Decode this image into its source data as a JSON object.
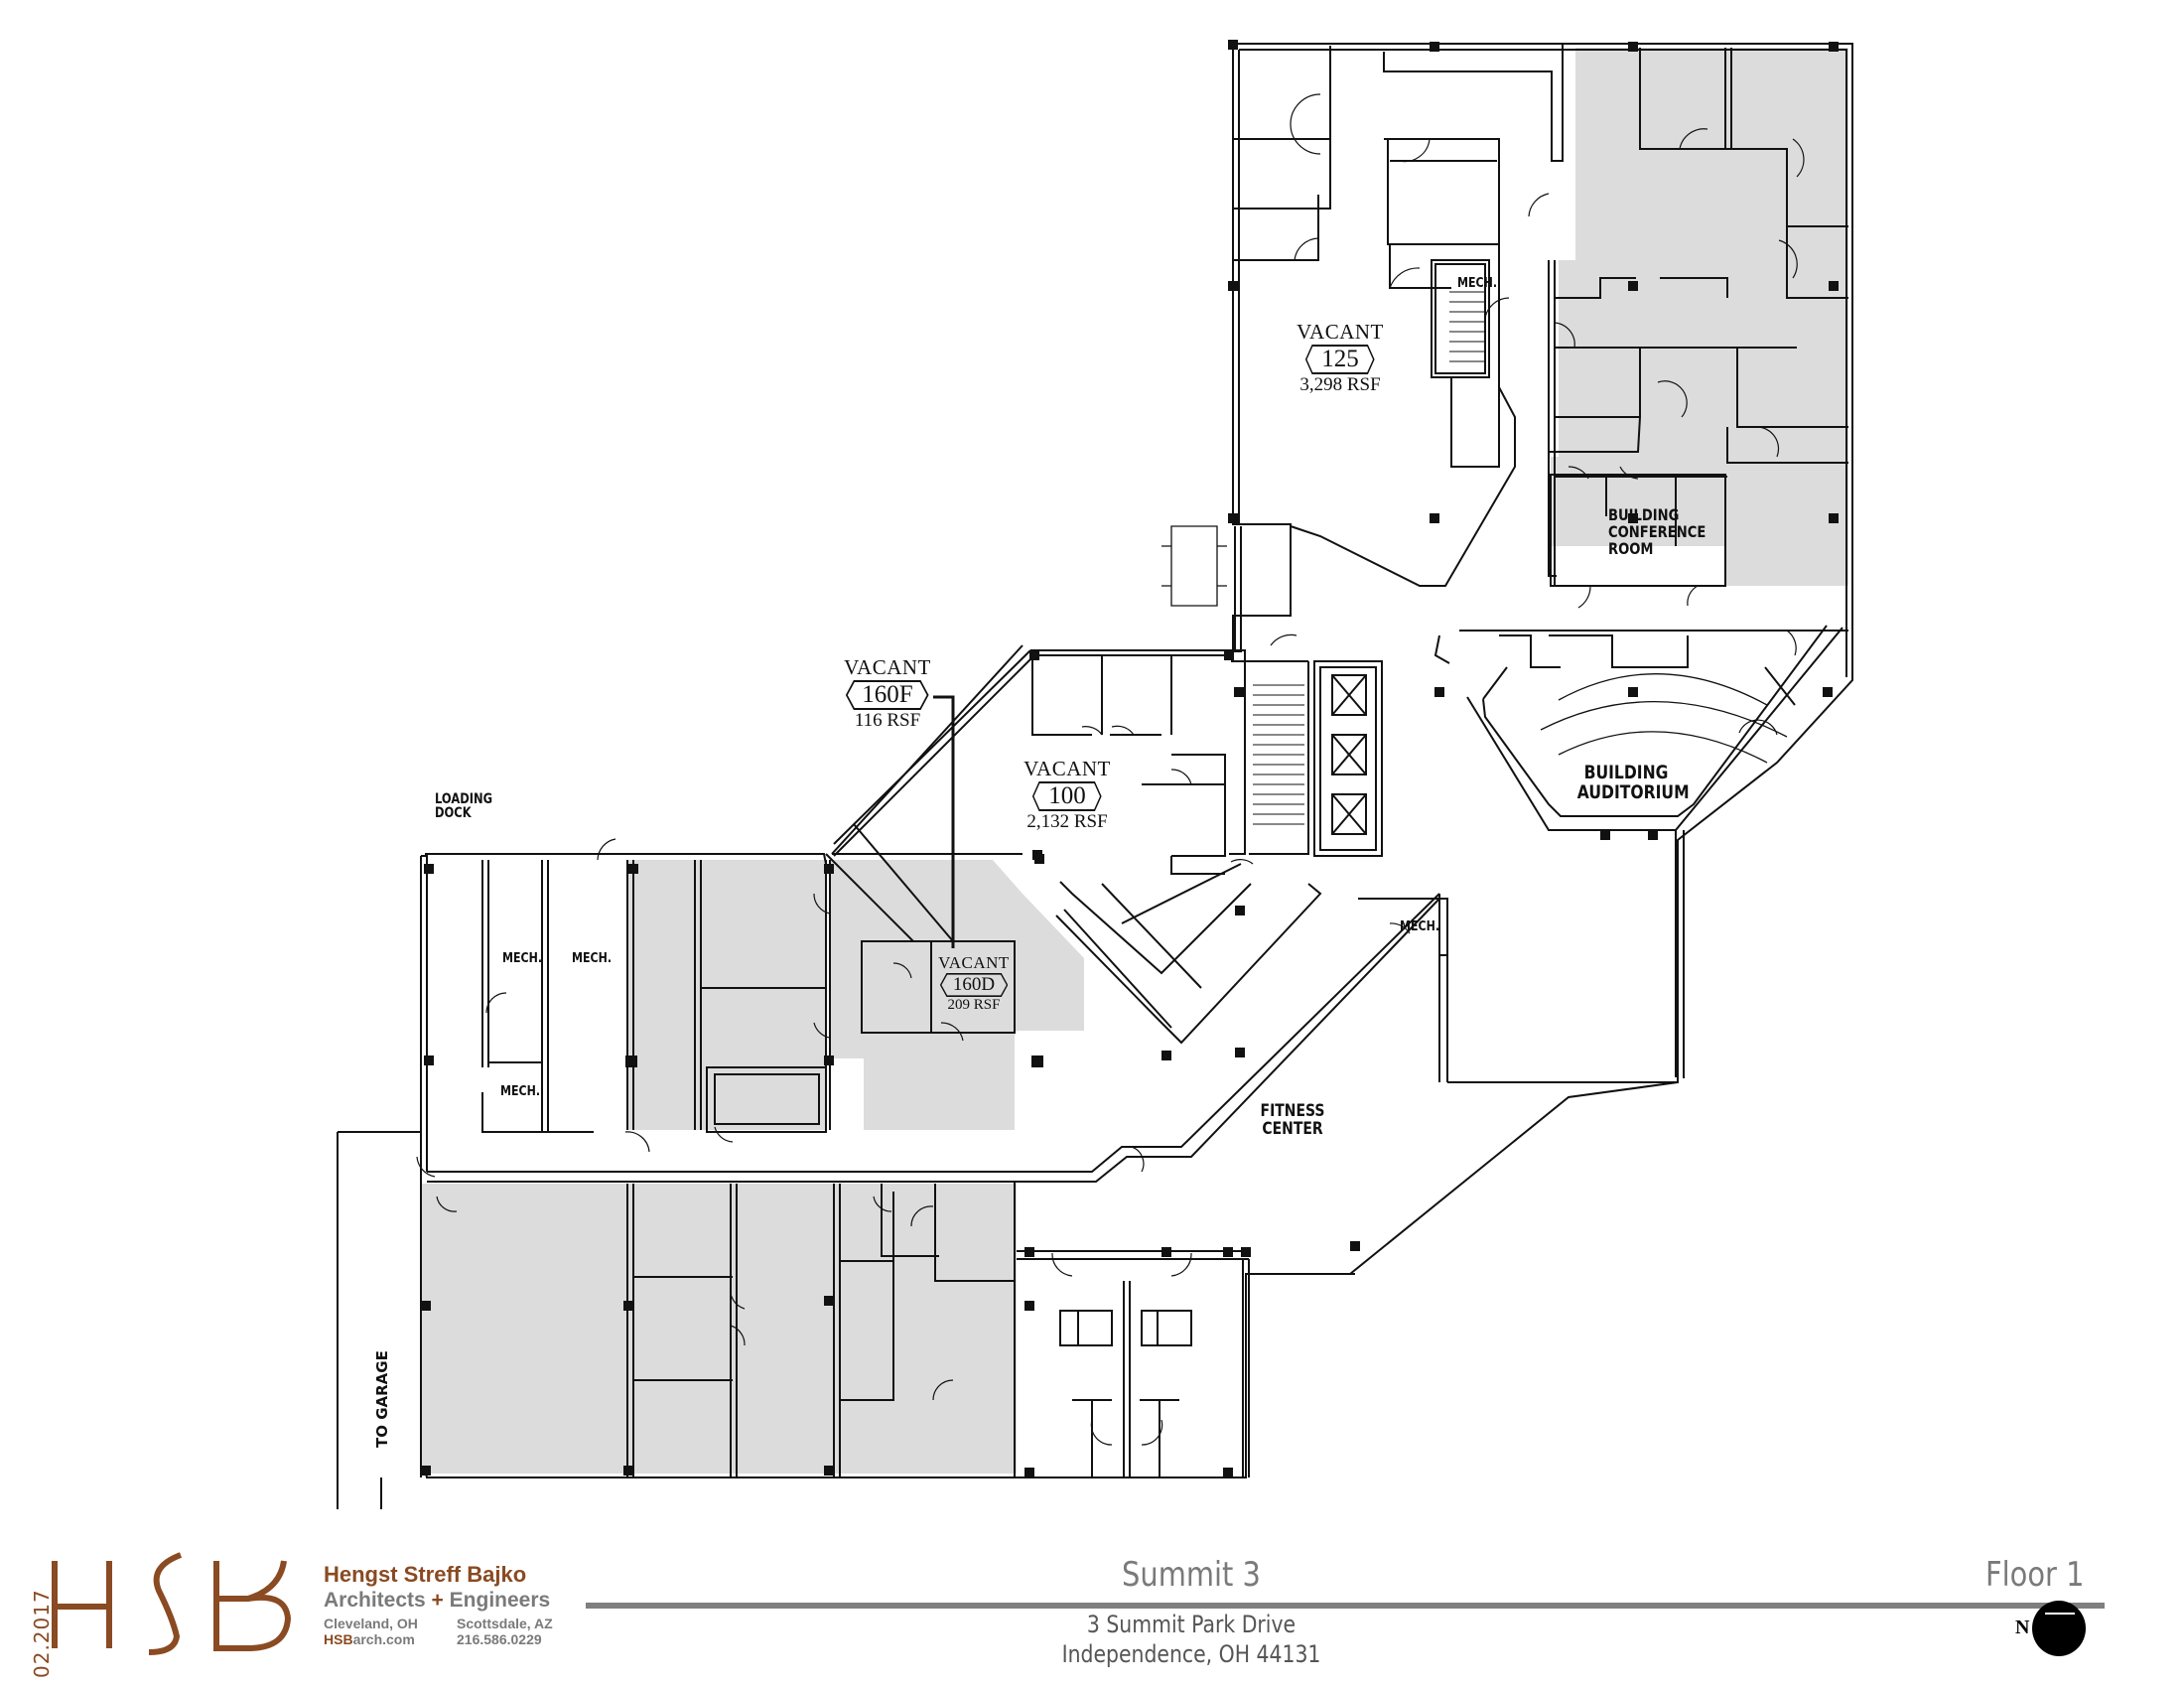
{
  "plan": {
    "suites": [
      {
        "id": "125",
        "status": "VACANT",
        "area": "3,298 RSF"
      },
      {
        "id": "160F",
        "status": "VACANT",
        "area": "116 RSF"
      },
      {
        "id": "100",
        "status": "VACANT",
        "area": "2,132 RSF"
      },
      {
        "id": "160D",
        "status": "VACANT",
        "area": "209 RSF"
      }
    ],
    "rooms": {
      "mech_125": "MECH.",
      "conference": [
        "BUILDING",
        "CONFERENCE",
        "ROOM"
      ],
      "auditorium": [
        "BUILDING",
        "AUDITORIUM"
      ],
      "loading_dock": [
        "LOADING",
        "DOCK"
      ],
      "mech_1": "MECH.",
      "mech_2": "MECH.",
      "mech_3": "MECH.",
      "mech_fitness": "MECH.",
      "fitness": [
        "FITNESS",
        "CENTER"
      ],
      "to_garage": "TO GARAGE"
    }
  },
  "footer": {
    "date": "02.2017",
    "logo_letters": "HSB",
    "firm_name": "Hengst Streff Bajko",
    "firm_sub_left": "Architects",
    "firm_sub_plus": "+",
    "firm_sub_right": "Engineers",
    "city_1": "Cleveland, OH",
    "city_2": "Scottsdale, AZ",
    "web_prefix": "HSB",
    "web_suffix": "arch.com",
    "phone": "216.586.0229",
    "project_title": "Summit 3",
    "floor": "Floor 1",
    "address_line1": "3 Summit Park Drive",
    "address_line2": "Independence, OH 44131",
    "north_label": "N"
  },
  "colors": {
    "brand_brown": "#8a4a22",
    "footer_gray": "#7a7a7a",
    "leased_fill": "#dcdcdc"
  }
}
